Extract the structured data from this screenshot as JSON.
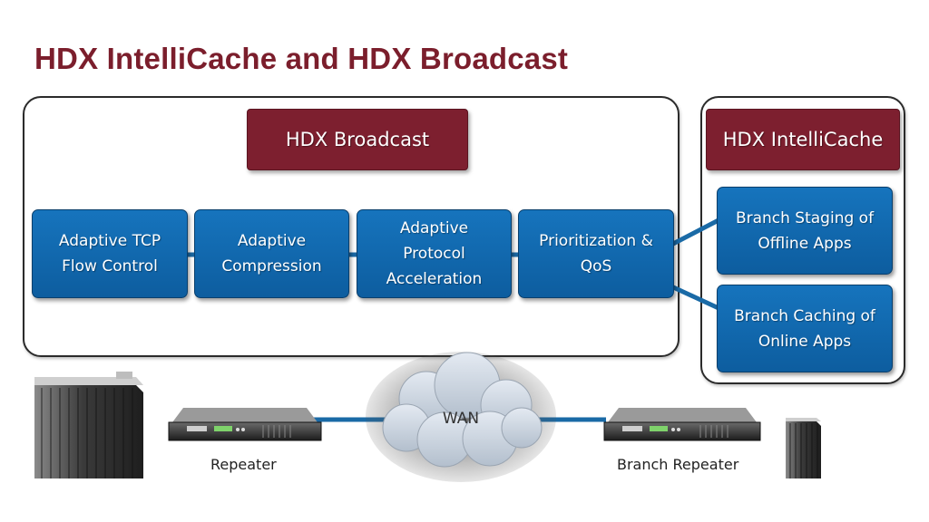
{
  "title": "HDX IntelliCache and HDX Broadcast",
  "broadcast": {
    "label": "HDX Broadcast",
    "features": [
      "Adaptive TCP\nFlow Control",
      "Adaptive\nCompression",
      "Adaptive\nProtocol\nAcceleration",
      "Prioritization &\nQoS"
    ]
  },
  "intellicache": {
    "label": "HDX IntelliCache",
    "features": [
      "Branch Staging of\nOffline Apps",
      "Branch Caching of\nOnline Apps"
    ]
  },
  "network": {
    "cloud_label": "WAN",
    "left_device": "Repeater",
    "right_device": "Branch Repeater"
  },
  "colors": {
    "title": "#7b1e2c",
    "banner": "#7d1f2f",
    "feature": "#1168b0",
    "connector": "#1a6aa6"
  }
}
